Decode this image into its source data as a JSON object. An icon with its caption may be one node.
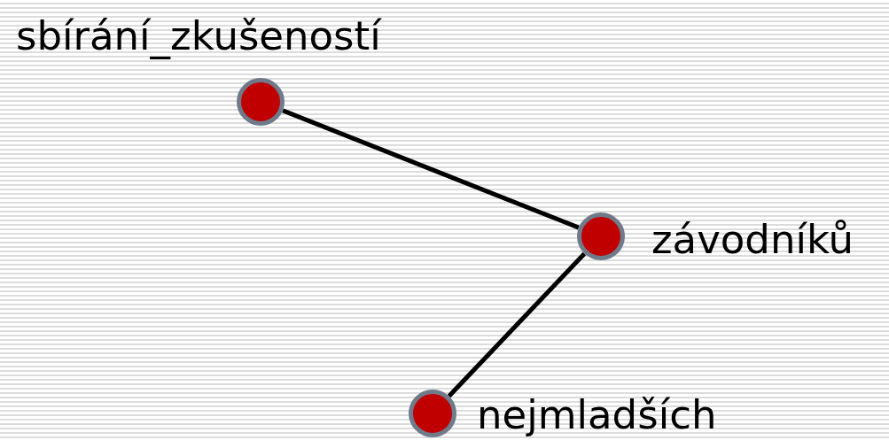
{
  "diagram": {
    "nodes": [
      {
        "text": [],
        "shape": "circle",
        "beside": [
          "sbírání_zkušeností"
        ]
      },
      {
        "text": [],
        "shape": "circle",
        "beside": [
          "závodníků"
        ]
      },
      {
        "text": [],
        "shape": "circle",
        "beside": [
          "nejmladších"
        ]
      }
    ],
    "edges": [
      {
        "from": 0,
        "to": 1,
        "arrow": "none"
      },
      {
        "from": 1,
        "to": 2,
        "arrow": "none"
      }
    ]
  }
}
